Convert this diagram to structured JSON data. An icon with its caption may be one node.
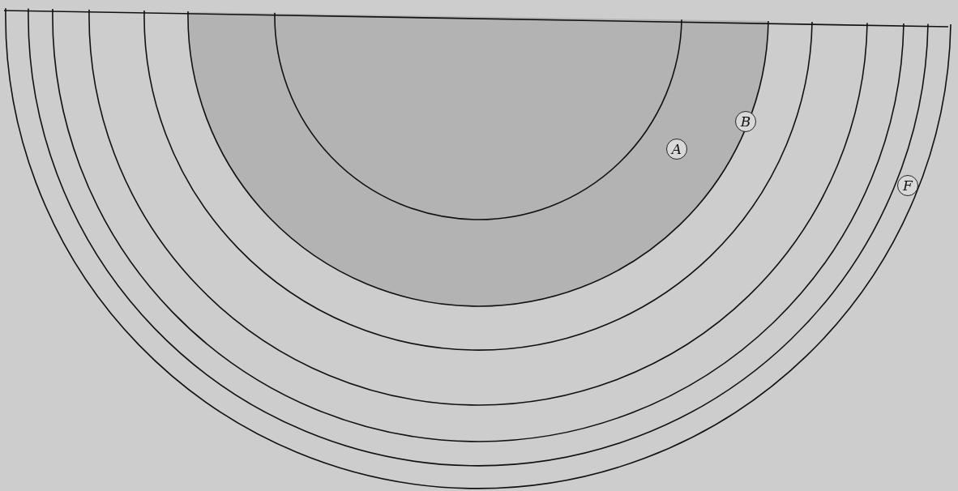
{
  "diagram": {
    "nodes": [
      {
        "text": [
          "A"
        ]
      },
      {
        "text": [
          "B"
        ]
      },
      {
        "text": [
          "F"
        ]
      }
    ]
  }
}
